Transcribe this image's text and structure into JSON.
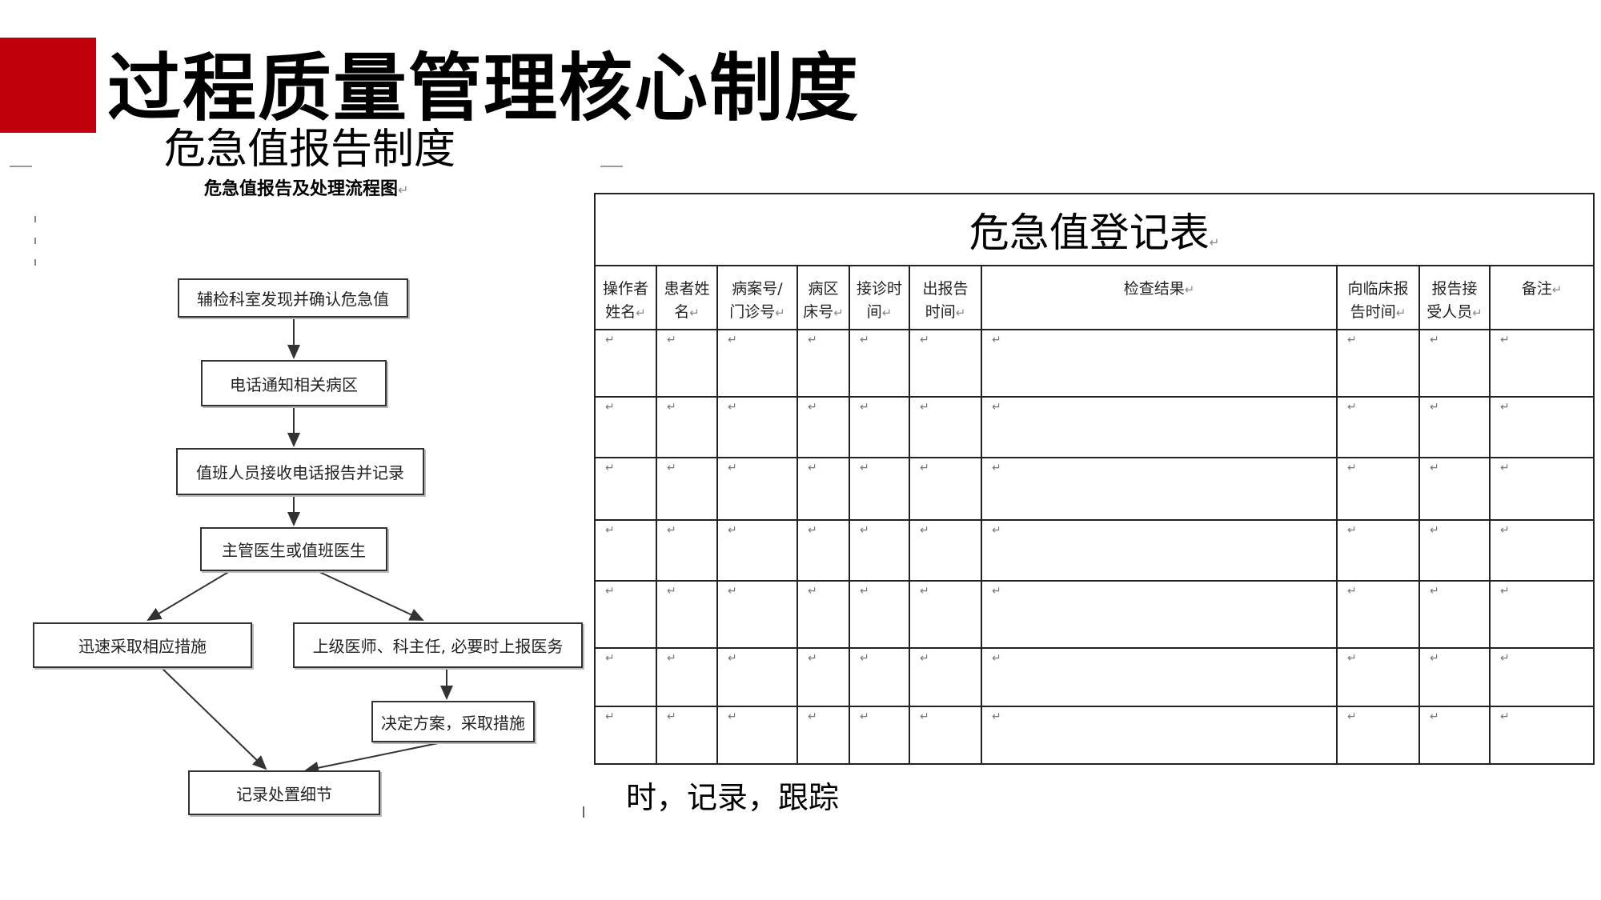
{
  "header": {
    "title": "过程质量管理核心制度",
    "subtitle": "危急值报告制度",
    "accent_color": "#c0000b"
  },
  "flowchart": {
    "title": "危急值报告及处理流程图",
    "paragraph_mark": "↵",
    "steps": [
      "辅检科室发现并确认危急值",
      "电话通知相关病区",
      "值班人员接收电话报告并记录",
      "主管医生或值班医生",
      "迅速采取相应措施",
      "上级医师、科主任, 必要时上报医务",
      "决定方案，采取措施",
      "记录处置细节"
    ]
  },
  "register": {
    "title": "危急值登记表",
    "paragraph_mark": "↵",
    "columns": [
      [
        "操作者",
        "姓名"
      ],
      [
        "患者姓",
        "名"
      ],
      [
        "病案号/",
        "门诊号"
      ],
      [
        "病区",
        "床号"
      ],
      [
        "接诊时",
        "间"
      ],
      [
        "出报告",
        "时间"
      ],
      [
        "检查结果"
      ],
      [
        "向临床报",
        "告时间"
      ],
      [
        "报告接",
        "受人员"
      ],
      [
        "备注"
      ]
    ],
    "empty_rows": 7
  },
  "footer": {
    "text": "时，记录，跟踪"
  }
}
